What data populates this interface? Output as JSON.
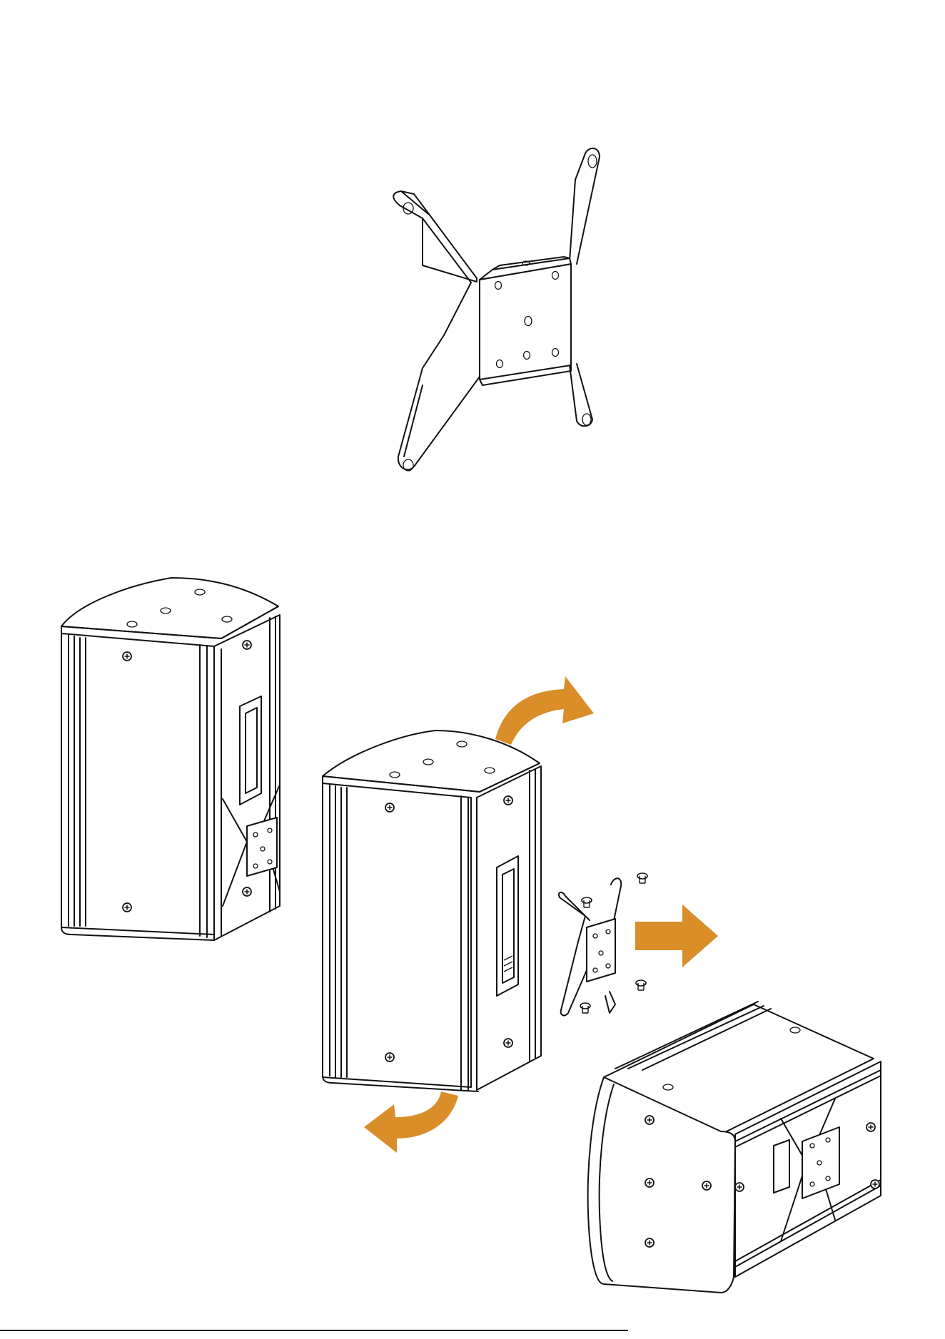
{
  "figure": {
    "background": "#ffffff",
    "line_color": "#111111",
    "arrow_color": "#D98E2A",
    "parts": [
      "mounting-bracket",
      "speaker-with-bracket-attached",
      "speaker-rear-view",
      "exploded-bracket-with-screws",
      "speaker-mounted-horizontal"
    ],
    "arrows": [
      "rotate-arrow-top",
      "rotate-arrow-bottom",
      "direction-arrow-right"
    ]
  },
  "footer": {
    "note": ""
  }
}
